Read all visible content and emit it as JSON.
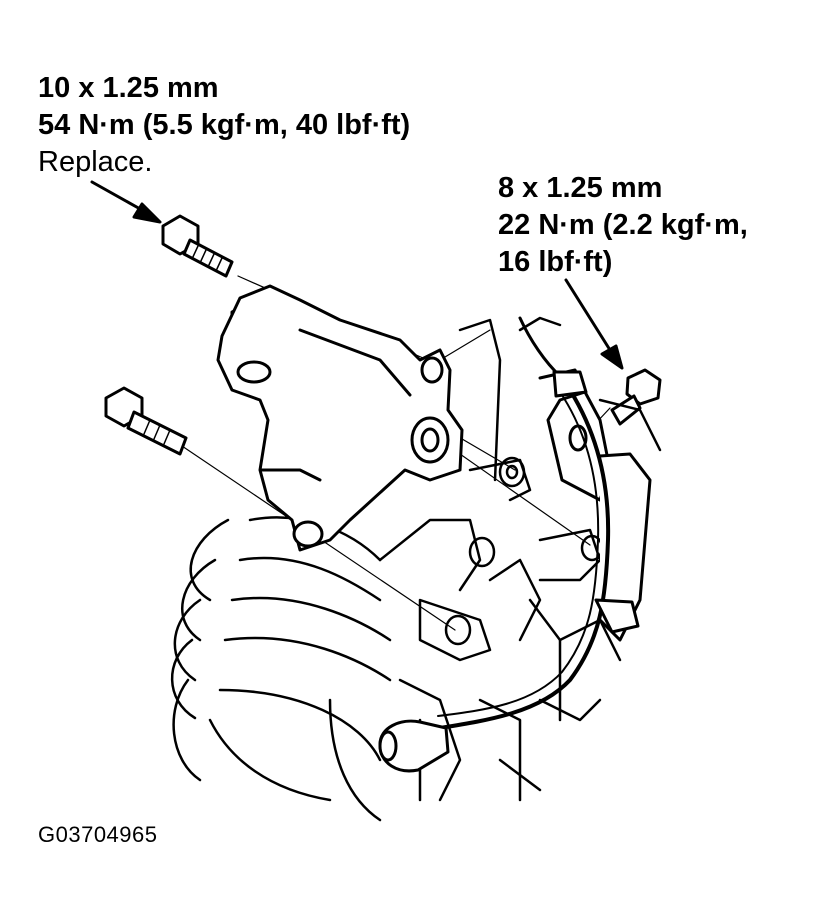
{
  "callouts": {
    "upper_left": {
      "size": "10 x 1.25 mm",
      "torque": "54 N·m (5.5 kgf·m, 40 lbf·ft)",
      "note": "Replace."
    },
    "right": {
      "size": "8 x 1.25 mm",
      "torque_line1": "22 N·m (2.2 kgf·m,",
      "torque_line2": "16 lbf·ft)"
    }
  },
  "figure_id": "G03704965"
}
